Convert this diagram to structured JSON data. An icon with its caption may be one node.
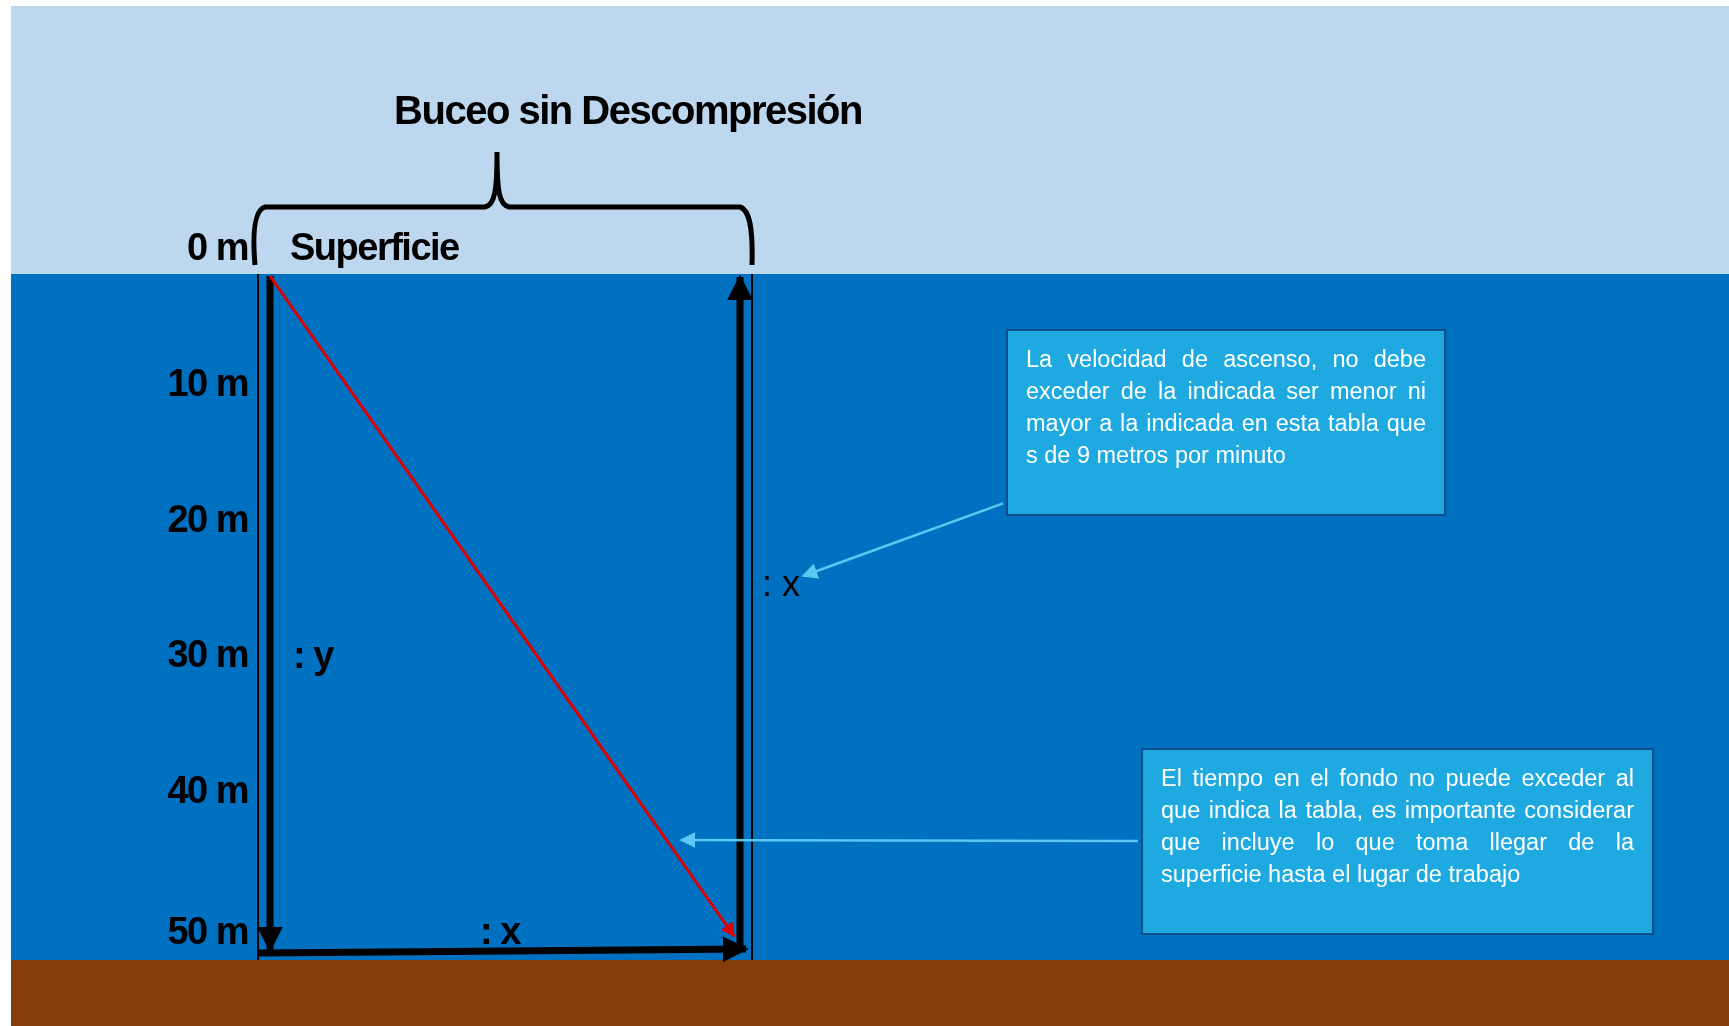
{
  "diagram": {
    "title": "Buceo sin Descompresión",
    "nodes": [
      {
        "text": [
          "La velocidad de ascenso, no debe exceder de la indicada ser menor ni mayor a la indicada en esta tabla que s de 9 metros por minuto"
        ]
      },
      {
        "text": [
          ": x"
        ]
      },
      {
        "text": [
          "El tiempo en el fondo no puede exceder al que indica la tabla, es importante considerar que incluye lo que toma llegar de la superficie hasta el lugar de trabajo"
        ]
      },
      {
        "text": [],
        "shape": "arrow"
      }
    ],
    "edges": [
      {
        "from": 0,
        "to": 1,
        "arrow": "to"
      },
      {
        "from": 2,
        "to": 3,
        "arrow": "to"
      }
    ],
    "labels": [
      "0 m",
      "Superficie",
      "10 m",
      "20 m",
      "30 m",
      ": y",
      "40 m",
      "50 m",
      ": x"
    ]
  }
}
